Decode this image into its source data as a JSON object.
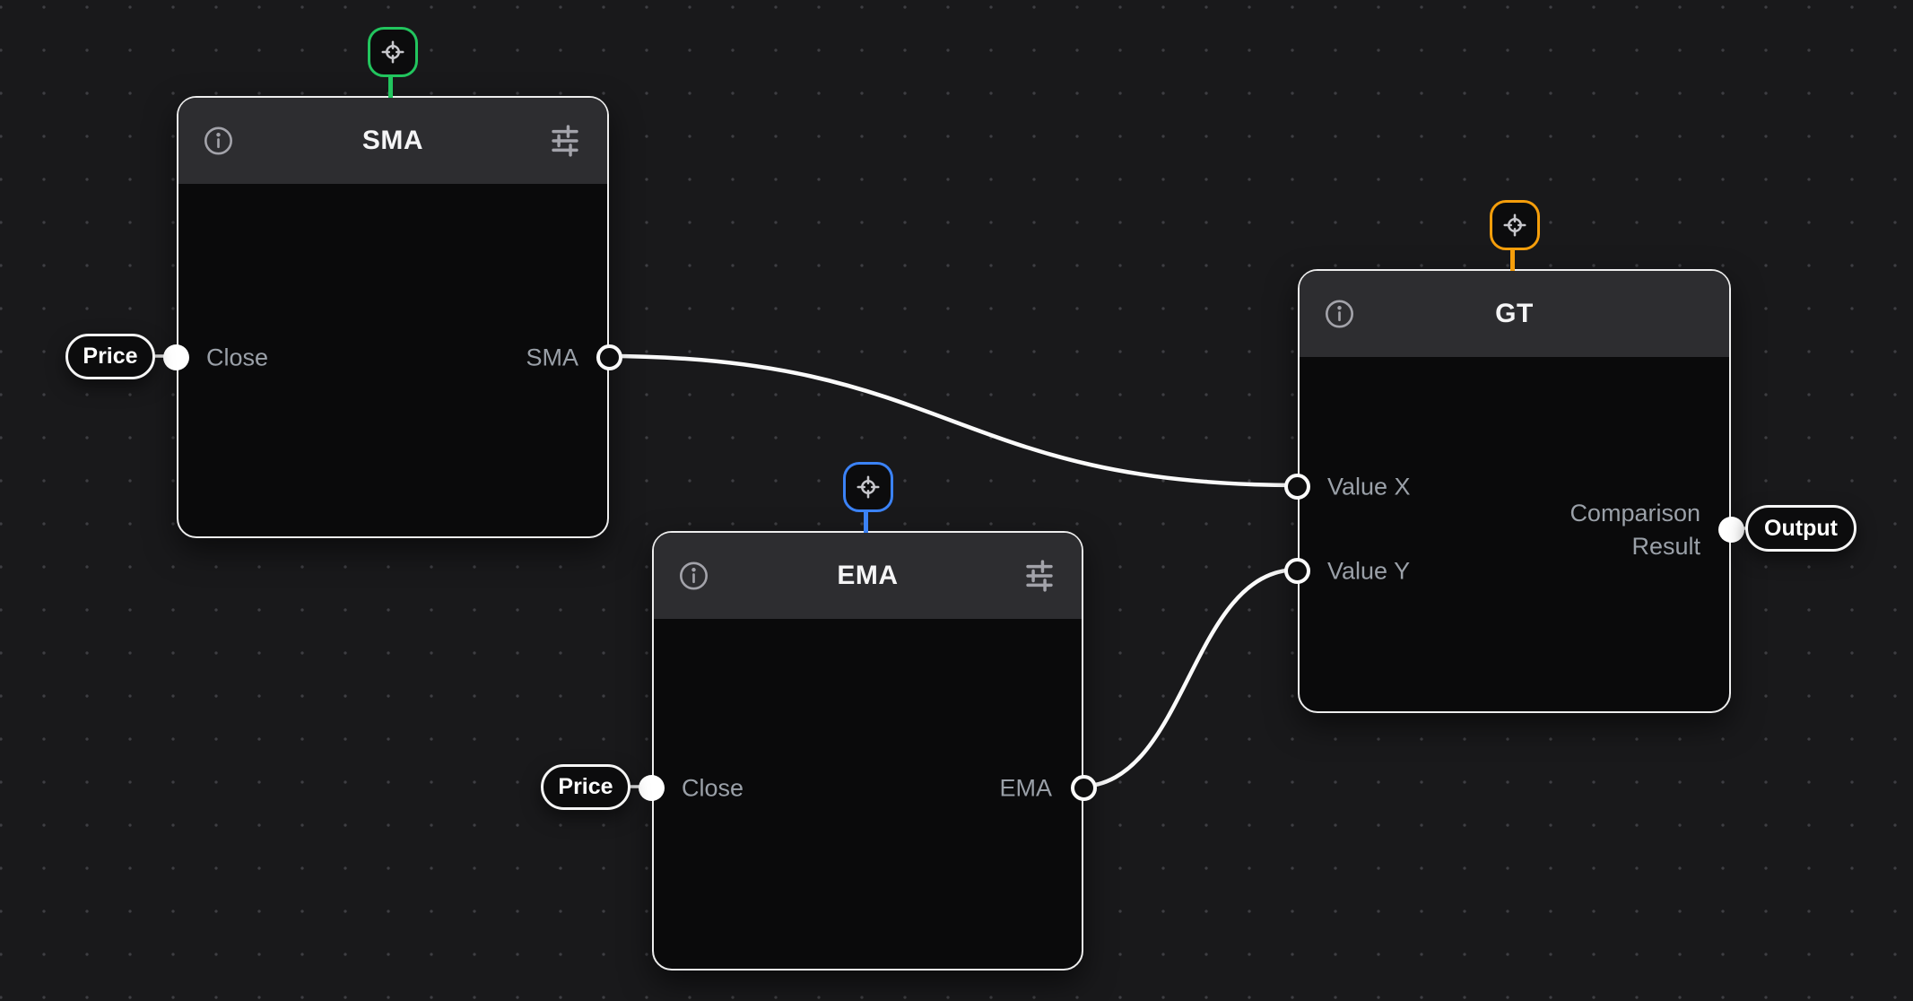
{
  "canvas": {
    "background_color": "#19191b",
    "dot_color": "#3e3e42"
  },
  "nodes": [
    {
      "title": "SMA",
      "accent_color": "#22c55e",
      "icons": {
        "top": "target-icon",
        "header_left": "info-icon",
        "header_right": "sliders-icon"
      },
      "inputs": [
        {
          "label": "Close",
          "source_pill": "Price"
        }
      ],
      "outputs": [
        {
          "label": "SMA"
        }
      ]
    },
    {
      "title": "EMA",
      "accent_color": "#3b82f6",
      "icons": {
        "top": "target-icon",
        "header_left": "info-icon",
        "header_right": "sliders-icon"
      },
      "inputs": [
        {
          "label": "Close",
          "source_pill": "Price"
        }
      ],
      "outputs": [
        {
          "label": "EMA"
        }
      ]
    },
    {
      "title": "GT",
      "accent_color": "#f59e0b",
      "icons": {
        "top": "target-icon",
        "header_left": "info-icon"
      },
      "inputs": [
        {
          "label": "Value X"
        },
        {
          "label": "Value Y"
        }
      ],
      "outputs": [
        {
          "label": "Comparison Result",
          "target_pill": "Output"
        }
      ]
    }
  ],
  "edges": [
    {
      "from": "SMA.SMA",
      "to": "GT.Value X"
    },
    {
      "from": "EMA.EMA",
      "to": "GT.Value Y"
    },
    {
      "from": "Price",
      "to": "SMA.Close"
    },
    {
      "from": "Price",
      "to": "EMA.Close"
    },
    {
      "from": "GT.Comparison Result",
      "to": "Output"
    }
  ]
}
